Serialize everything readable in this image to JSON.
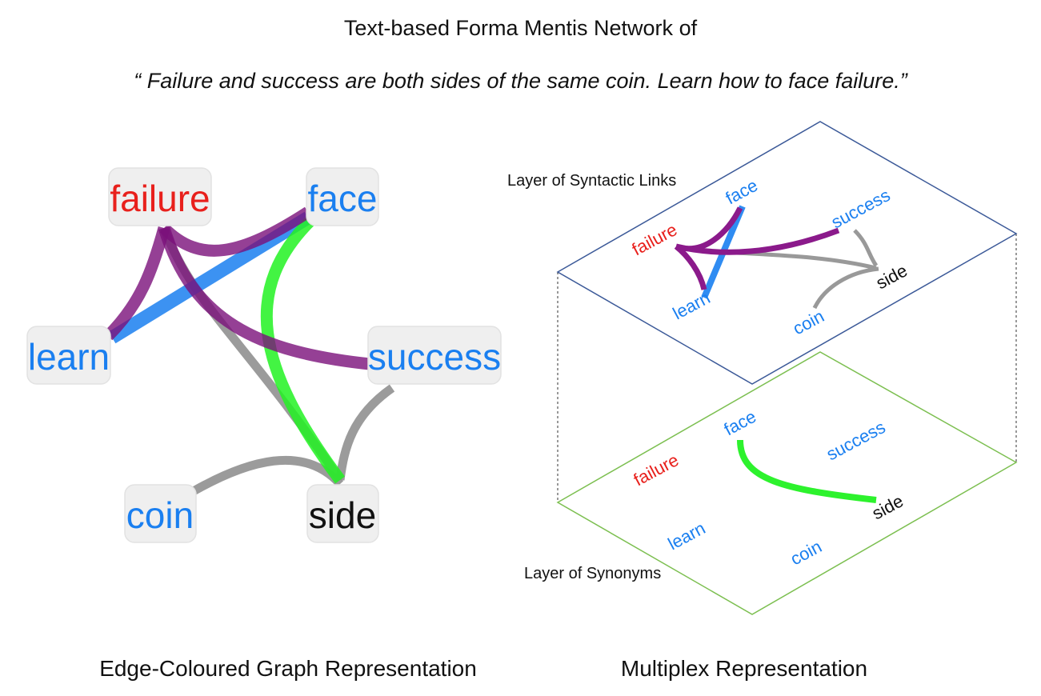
{
  "title": {
    "bold_part": "Text-based Forma Mentis Network",
    "suffix": "of"
  },
  "quote": "“ Failure and success are both sides of the same coin. Learn how to face failure.”",
  "left_caption": "Edge-Coloured Graph Representation",
  "right_caption": "Multiplex Representation",
  "layers": {
    "top_label": "Layer of Syntactic Links",
    "bottom_label": "Layer of Synonyms"
  },
  "colors": {
    "negative": "#e8201c",
    "positive": "#1a7ff0",
    "neutral": "#111111",
    "edge_syntactic_negative": "#8b1a8b",
    "edge_syntactic_positive": "#2f8cf2",
    "edge_syntactic_neutral": "#999999",
    "edge_synonym": "#2df22d",
    "layer_top_border": "#3b5998",
    "layer_bottom_border": "#7cbf50"
  },
  "graph": {
    "nodes": [
      {
        "id": "failure",
        "label": "failure",
        "valence": "negative"
      },
      {
        "id": "face",
        "label": "face",
        "valence": "positive"
      },
      {
        "id": "learn",
        "label": "learn",
        "valence": "positive"
      },
      {
        "id": "success",
        "label": "success",
        "valence": "positive"
      },
      {
        "id": "coin",
        "label": "coin",
        "valence": "positive"
      },
      {
        "id": "side",
        "label": "side",
        "valence": "neutral"
      }
    ],
    "edges": [
      {
        "source": "failure",
        "target": "face",
        "type": "syntactic",
        "color": "purple"
      },
      {
        "source": "failure",
        "target": "learn",
        "type": "syntactic",
        "color": "purple"
      },
      {
        "source": "failure",
        "target": "success",
        "type": "syntactic",
        "color": "purple"
      },
      {
        "source": "learn",
        "target": "face",
        "type": "syntactic",
        "color": "blue"
      },
      {
        "source": "failure",
        "target": "side",
        "type": "syntactic",
        "color": "gray"
      },
      {
        "source": "success",
        "target": "side",
        "type": "syntactic",
        "color": "gray"
      },
      {
        "source": "coin",
        "target": "side",
        "type": "syntactic",
        "color": "gray"
      },
      {
        "source": "face",
        "target": "side",
        "type": "synonym",
        "color": "green"
      }
    ]
  }
}
